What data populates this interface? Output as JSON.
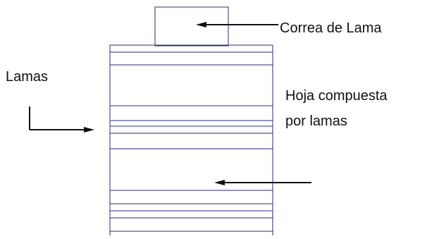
{
  "labels": {
    "correa": "Correa de Lama",
    "lamas": "Lamas",
    "hoja_line1": "Hoja  compuesta",
    "hoja_line2": "por lamas"
  },
  "colors": {
    "structure": "#2b2b7a",
    "arrow": "#111111",
    "text": "#111111"
  }
}
